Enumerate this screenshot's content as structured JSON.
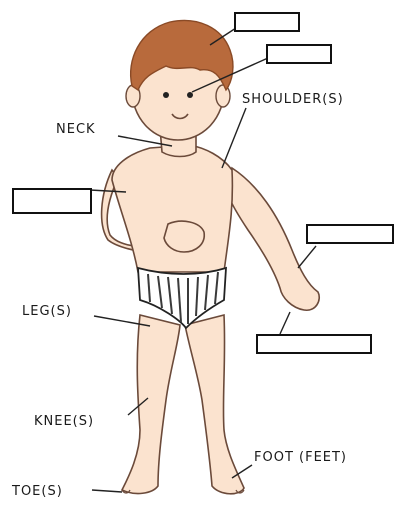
{
  "labels": {
    "shoulders": "SHOULDER(S)",
    "neck": "NECK",
    "legs": "LEG(S)",
    "knees": "KNEE(S)",
    "foot": "FOOT (FEET)",
    "toes": "TOE(S)"
  },
  "blank_boxes": [
    {
      "id": "blank-hair",
      "answer": ""
    },
    {
      "id": "blank-eye",
      "answer": ""
    },
    {
      "id": "blank-chest",
      "answer": ""
    },
    {
      "id": "blank-arm",
      "answer": ""
    },
    {
      "id": "blank-hand",
      "answer": ""
    }
  ],
  "colors": {
    "skin": "#fbe3cf",
    "outline": "#6b4a3a",
    "hair": "#b86a3c",
    "hair_dark": "#8a4a26",
    "briefs_stripe": "#3a3a3a",
    "line": "#222222"
  }
}
